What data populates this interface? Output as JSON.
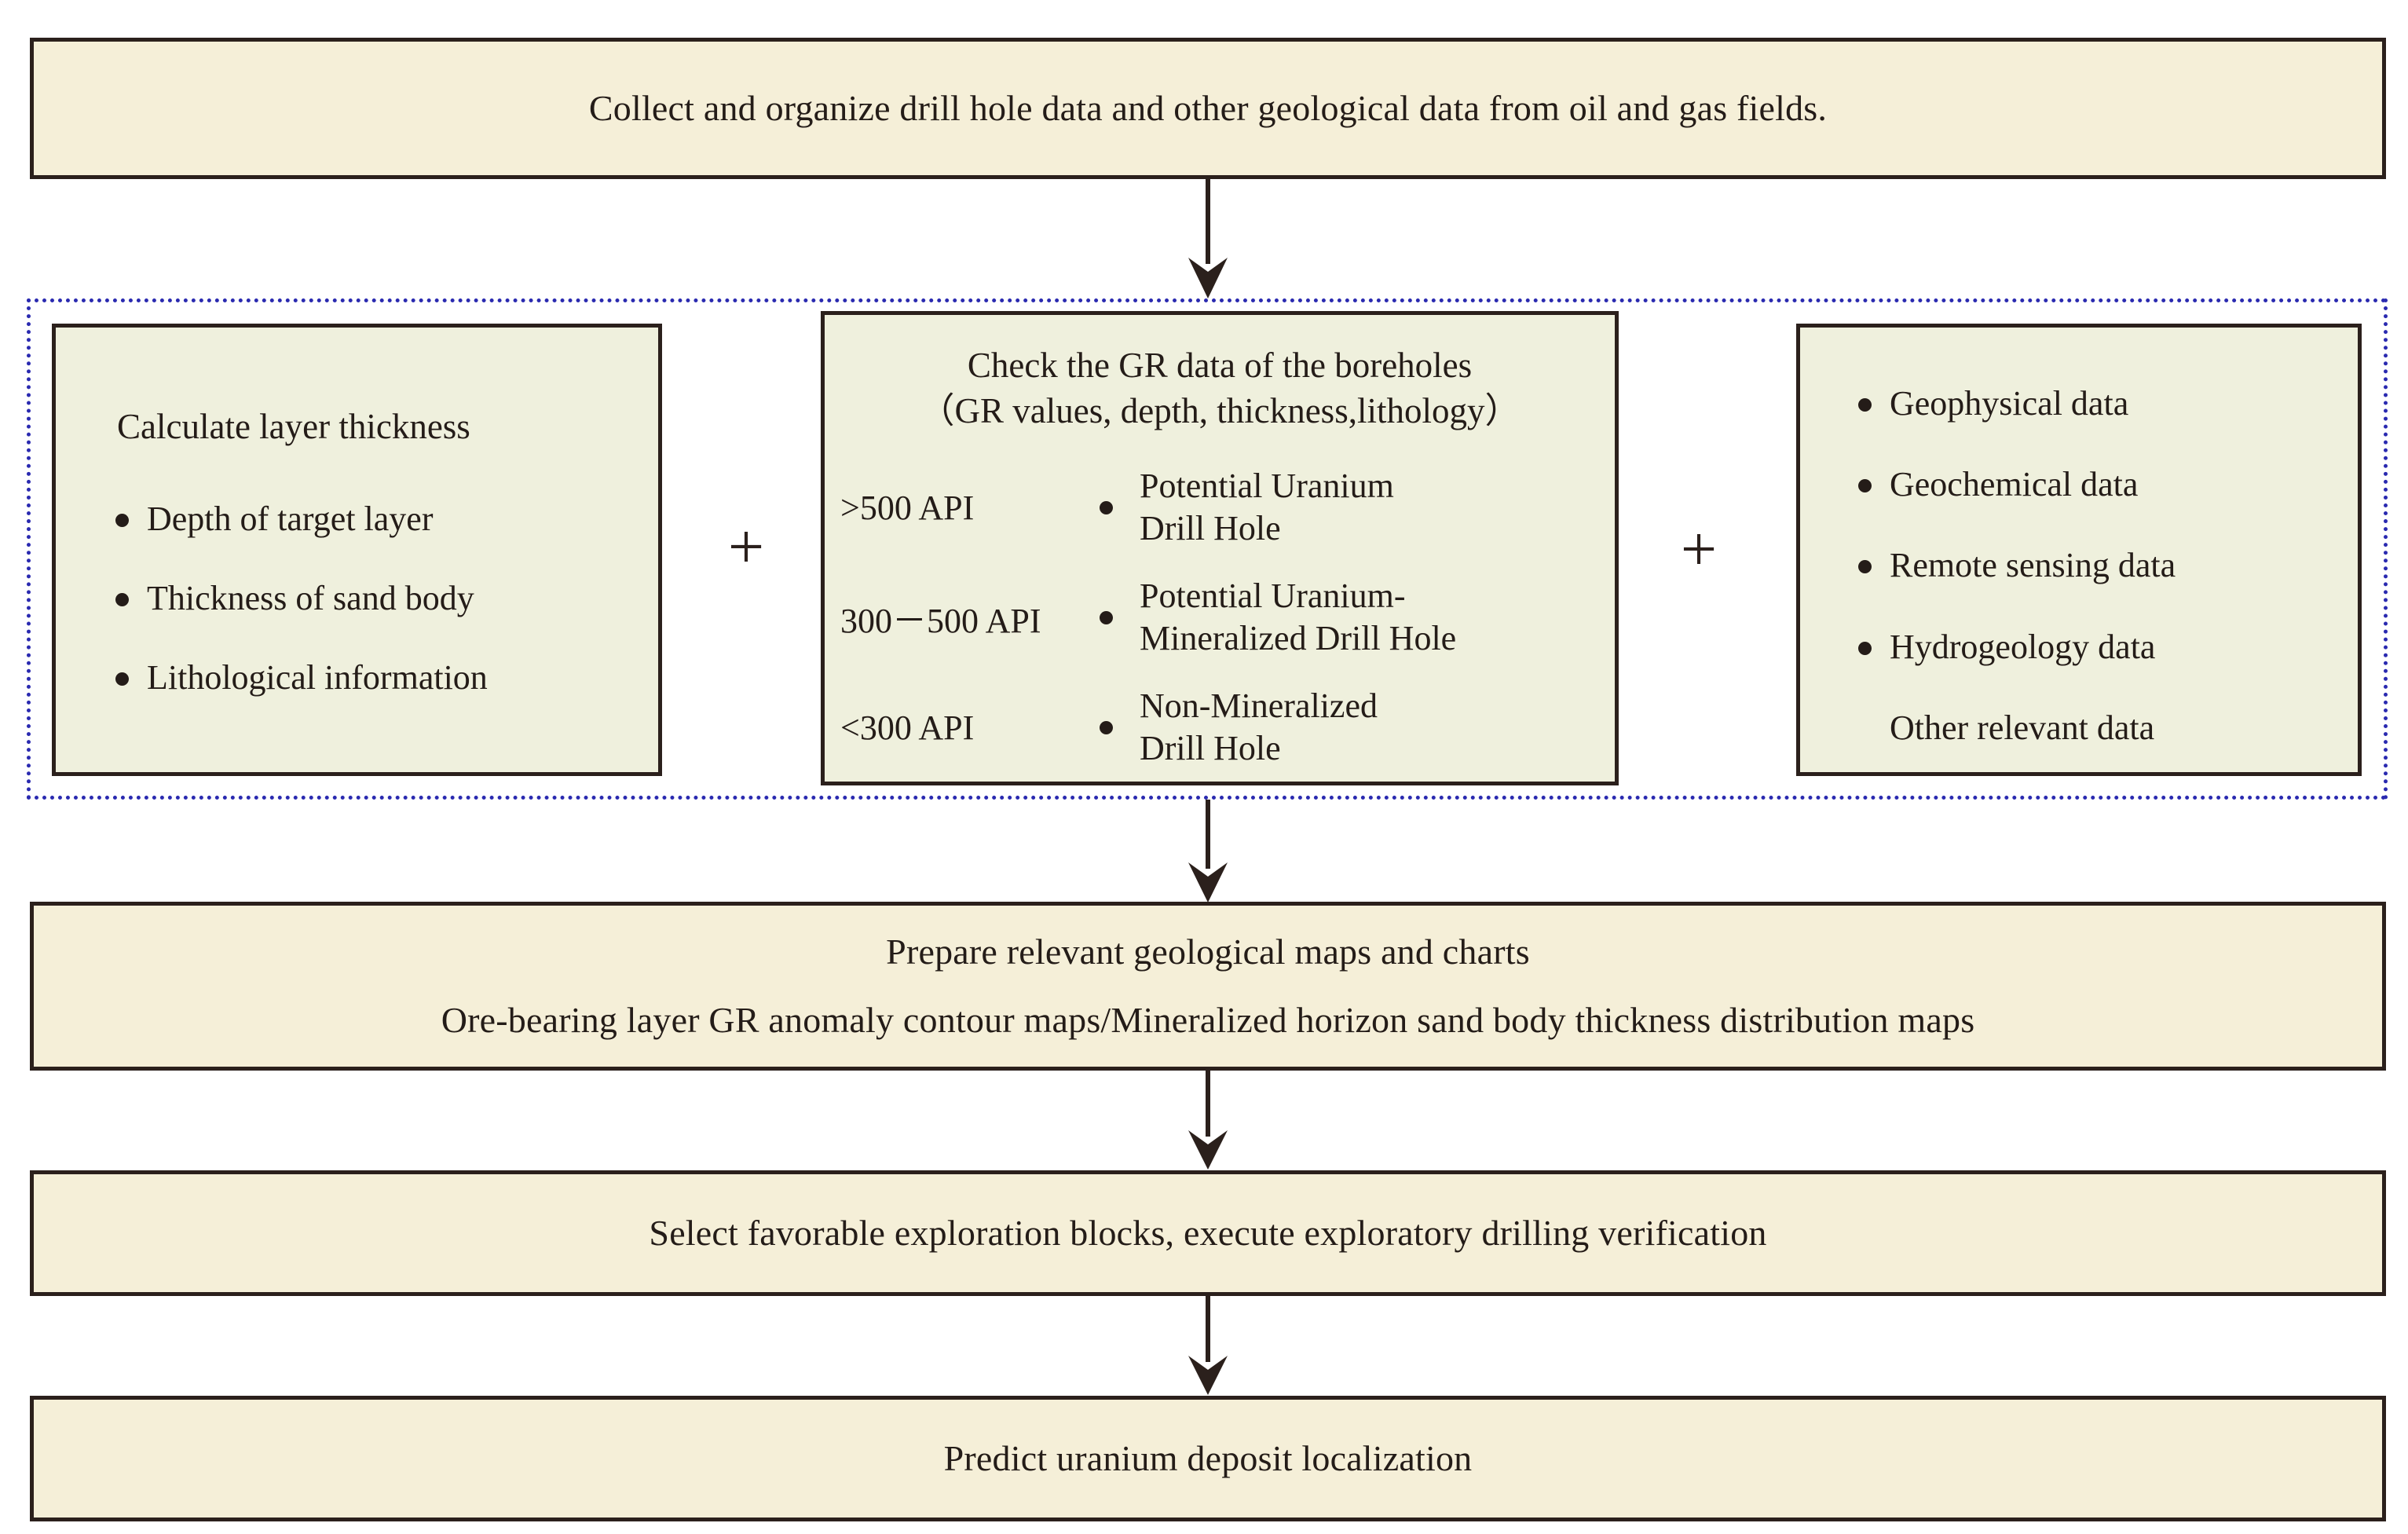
{
  "colors": {
    "main_box_fill": "#f5efd8",
    "sub_box_fill": "#eff0dd",
    "border": "#2b201c",
    "dotted_group_border": "#2a2ab0",
    "text": "#241c18"
  },
  "flow": {
    "step1": {
      "text": "Collect and organize drill hole data and other geological data from oil and gas fields."
    },
    "group": {
      "operator_1": "+",
      "operator_2": "+",
      "left_box": {
        "title": "Calculate layer thickness",
        "bullets": [
          "Depth of target layer",
          "Thickness of sand body",
          "Lithological information"
        ]
      },
      "middle_box": {
        "title_line_1": "Check the GR data of the boreholes",
        "title_line_2": "（GR values, depth, thickness,lithology）",
        "rows": [
          {
            "api": ">500 API",
            "label_line_1": "Potential Uranium",
            "label_line_2": "Drill Hole"
          },
          {
            "api": "300－500 API",
            "label_line_1": "Potential Uranium-",
            "label_line_2": "Mineralized Drill Hole"
          },
          {
            "api": "<300 API",
            "label_line_1": "Non-Mineralized",
            "label_line_2": "Drill Hole"
          }
        ]
      },
      "right_box": {
        "bullets": [
          {
            "text": "Geophysical data",
            "has_bullet": true
          },
          {
            "text": "Geochemical data",
            "has_bullet": true
          },
          {
            "text": "Remote sensing data",
            "has_bullet": true
          },
          {
            "text": "Hydrogeology data",
            "has_bullet": true
          },
          {
            "text": "Other relevant data",
            "has_bullet": false
          }
        ]
      }
    },
    "step3": {
      "line_1": "Prepare relevant geological maps and charts",
      "line_2": "Ore-bearing layer GR anomaly contour maps/Mineralized horizon sand body thickness distribution maps"
    },
    "step4": {
      "text": "Select favorable exploration blocks, execute exploratory drilling verification"
    },
    "step5": {
      "text": "Predict uranium deposit localization"
    }
  }
}
